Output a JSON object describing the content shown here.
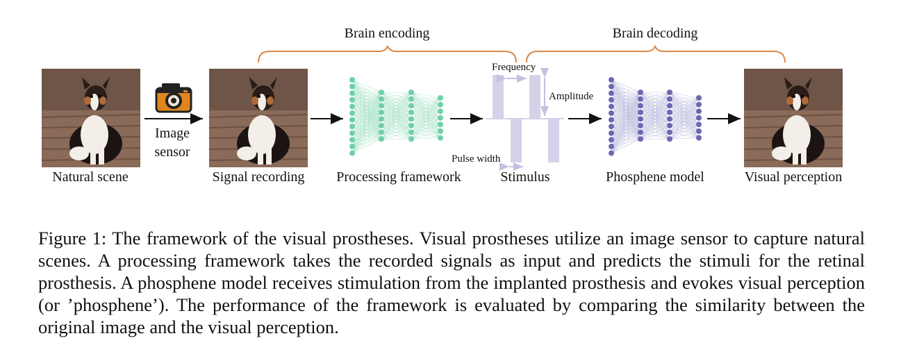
{
  "labels": {
    "brain_encoding": "Brain encoding",
    "brain_decoding": "Brain decoding",
    "natural_scene": "Natural scene",
    "image_sensor_line1": "Image",
    "image_sensor_line2": "sensor",
    "signal_recording": "Signal recording",
    "processing_framework": "Processing framework",
    "stimulus": "Stimulus",
    "phosphene_model": "Phosphene model",
    "visual_perception": "Visual perception",
    "frequency": "Frequency",
    "amplitude": "Amplitude",
    "pulse_width": "Pulse width"
  },
  "caption": "Figure 1: The framework of the visual prostheses. Visual prostheses utilize an image sensor to capture natural scenes. A processing framework takes the recorded signals as input and predicts the stimuli for the retinal prosthesis. A phosphene model receives stimulation from the implanted prosthesis and evokes visual perception (or ’phosphene’). The performance of the framework is evaluated by comparing the similarity between the original image and the visual perception.",
  "colors": {
    "bracket": "#d9884a",
    "encoder_nodes": "#6fcfa7",
    "decoder_nodes": "#6b69b3",
    "stimulus_bars": "#d6d0e8",
    "camera_body": "#e0861f"
  },
  "icons": [
    "camera-icon",
    "dog-photo"
  ]
}
